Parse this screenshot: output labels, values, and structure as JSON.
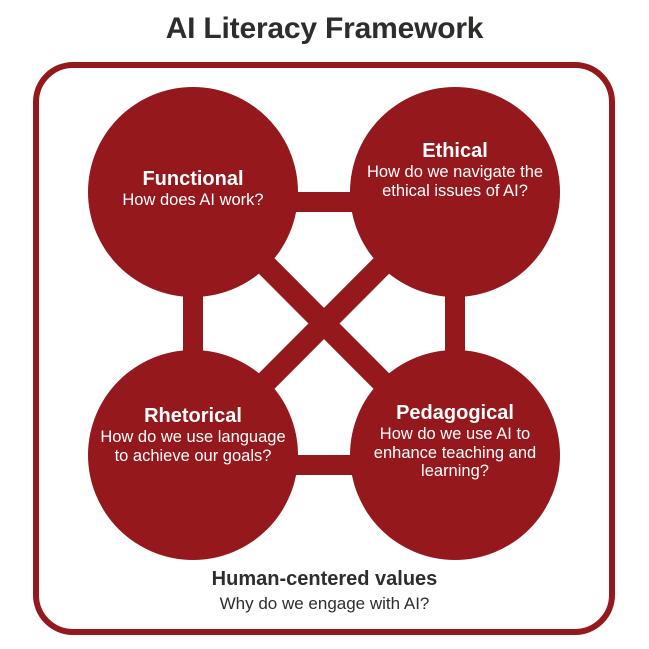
{
  "title": "AI Literacy Framework",
  "colors": {
    "accent_red": "#94181c",
    "text_dark": "#2d2d2b",
    "node_text": "#ffffff",
    "background": "#ffffff"
  },
  "nodes": [
    {
      "id": "functional",
      "label": "Functional",
      "question": "How does AI work?",
      "position": "top-left"
    },
    {
      "id": "ethical",
      "label": "Ethical",
      "question": "How do we navigate the ethical issues of AI?",
      "position": "top-right"
    },
    {
      "id": "rhetorical",
      "label": "Rhetorical",
      "question": "How do we use language to achieve our goals?",
      "position": "bottom-left"
    },
    {
      "id": "pedagogical",
      "label": "Pedagogical",
      "question": "How do we use AI to enhance teaching and learning?",
      "position": "bottom-right"
    }
  ],
  "connectors": [
    {
      "from": "functional",
      "to": "ethical",
      "style": "horizontal"
    },
    {
      "from": "rhetorical",
      "to": "pedagogical",
      "style": "horizontal"
    },
    {
      "from": "functional",
      "to": "rhetorical",
      "style": "vertical"
    },
    {
      "from": "ethical",
      "to": "pedagogical",
      "style": "vertical"
    },
    {
      "from": "functional",
      "to": "pedagogical",
      "style": "diagonal"
    },
    {
      "from": "ethical",
      "to": "rhetorical",
      "style": "diagonal"
    }
  ],
  "footer": {
    "title": "Human-centered values",
    "question": "Why do we engage with AI?"
  }
}
